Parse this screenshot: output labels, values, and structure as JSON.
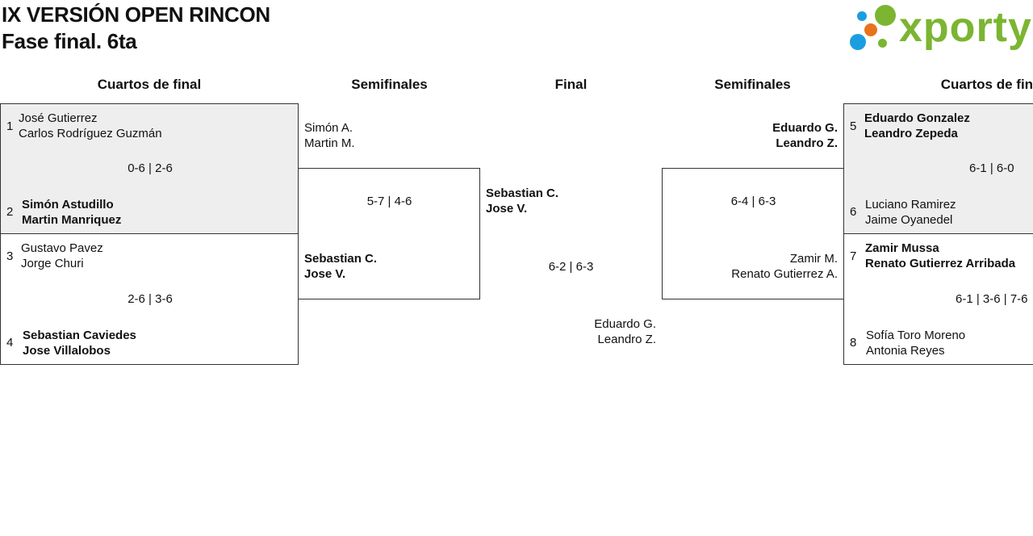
{
  "header": {
    "title_line1": "IX VERSIÓN OPEN RINCON",
    "title_line2": "Fase final. 6ta",
    "logo_text": "xporty",
    "logo_colors": {
      "green": "#7bb531",
      "blue": "#1a9ee0",
      "orange": "#e8731a"
    }
  },
  "rounds": {
    "left_quarters": "Cuartos de final",
    "left_semis": "Semifinales",
    "final": "Final",
    "right_semis": "Semifinales",
    "right_quarters": "Cuartos de final"
  },
  "quarterfinals": [
    {
      "seed_a": "1",
      "a1": "José Gutierrez",
      "a2": "Carlos Rodríguez Guzmán",
      "score": "0-6 | 2-6",
      "seed_b": "2",
      "b1": "Simón Astudillo",
      "b2": "Martin Manriquez"
    },
    {
      "seed_a": "3",
      "a1": "Gustavo Pavez",
      "a2": "Jorge Churi",
      "score": "2-6 | 3-6",
      "seed_b": "4",
      "b1": "Sebastian Caviedes",
      "b2": "Jose Villalobos"
    },
    {
      "seed_a": "5",
      "a1": "Eduardo Gonzalez",
      "a2": "Leandro Zepeda",
      "score": "6-1 | 6-0",
      "seed_b": "6",
      "b1": "Luciano Ramirez",
      "b2": "Jaime Oyanedel"
    },
    {
      "seed_a": "7",
      "a1": "Zamir Mussa",
      "a2": "Renato Gutierrez Arribada",
      "score": "6-1 | 3-6 | 7-6",
      "seed_b": "8",
      "b1": "Sofía Toro Moreno",
      "b2": "Antonia Reyes"
    }
  ],
  "semifinals": {
    "left": {
      "a1": "Simón A.",
      "a2": "Martin M.",
      "score": "5-7 | 4-6",
      "b1": "Sebastian C.",
      "b2": "Jose V."
    },
    "right": {
      "a1": "Eduardo G.",
      "a2": "Leandro Z.",
      "score": "6-4 | 6-3",
      "b1": "Zamir M.",
      "b2": "Renato Gutierrez A."
    }
  },
  "final": {
    "a1": "Sebastian C.",
    "a2": "Jose V.",
    "score": "6-2 | 6-3",
    "b1": "Eduardo G.",
    "b2": "Leandro Z."
  }
}
